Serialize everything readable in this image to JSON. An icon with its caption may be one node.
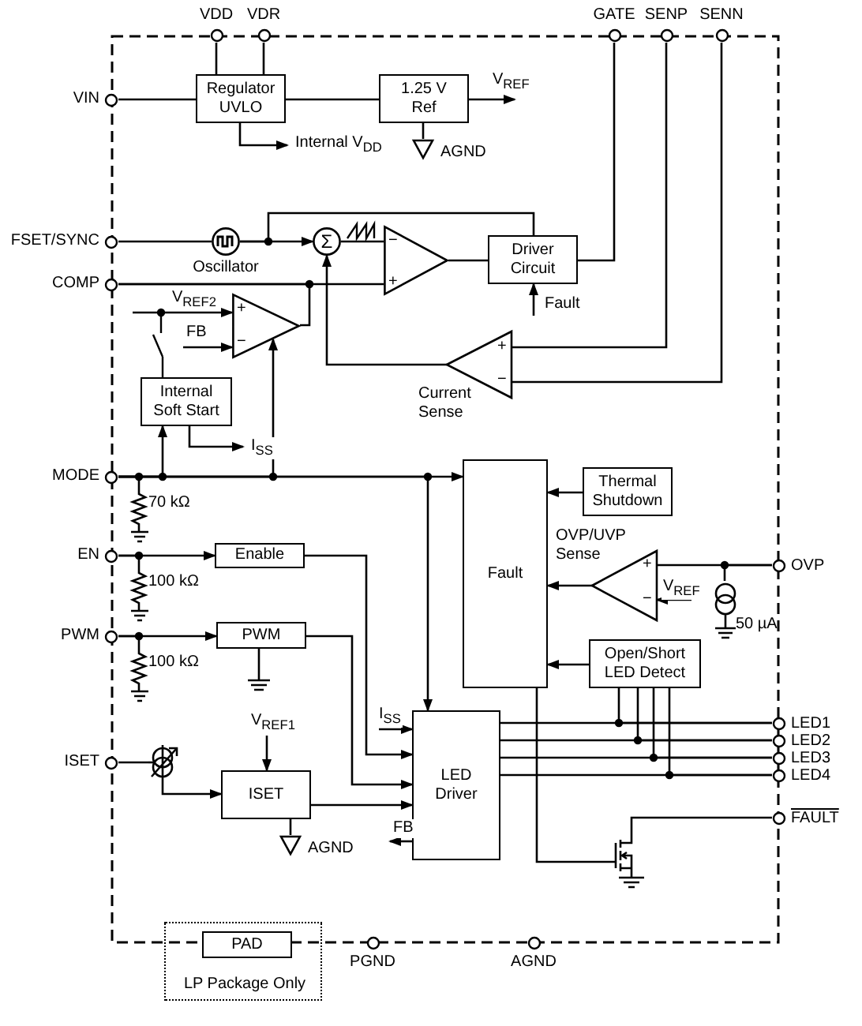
{
  "diagram": {
    "nodes": [
      {
        "text": [
          "VDD"
        ]
      },
      {
        "text": [
          "VDR"
        ]
      },
      {
        "text": [
          "GATE"
        ]
      },
      {
        "text": [
          "SENP"
        ]
      },
      {
        "text": [
          "SENN"
        ]
      },
      {
        "text": [
          "VIN"
        ]
      },
      {
        "text": [
          "FSET/SYNC"
        ]
      },
      {
        "text": [
          "COMP"
        ]
      },
      {
        "text": [
          "MODE"
        ]
      },
      {
        "text": [
          "EN"
        ]
      },
      {
        "text": [
          "PWM"
        ]
      },
      {
        "text": [
          "ISET"
        ]
      },
      {
        "text": [
          "OVP"
        ]
      },
      {
        "text": [
          "LED1"
        ]
      },
      {
        "text": [
          "LED2"
        ]
      },
      {
        "text": [
          "LED3"
        ]
      },
      {
        "text": [
          "LED4"
        ]
      },
      {
        "text": [
          "FAULT"
        ]
      },
      {
        "text": [
          "PGND"
        ]
      },
      {
        "text": [
          "AGND"
        ]
      },
      {
        "text": [
          "Regulator UVLO"
        ]
      },
      {
        "text": [
          "1.25 V Ref"
        ]
      },
      {
        "text": [
          "AGND"
        ]
      },
      {
        "text": [
          "Oscillator"
        ]
      },
      {
        "text": [
          "Σ"
        ]
      },
      {
        "text": [
          "−",
          "+"
        ]
      },
      {
        "text": [
          "Driver Circuit"
        ]
      },
      {
        "text": [
          "+",
          "−"
        ]
      },
      {
        "text": [
          "+",
          "−",
          "Current Sense"
        ]
      },
      {
        "text": [
          "Internal Soft Start"
        ]
      },
      {
        "text": [
          "70 kΩ"
        ]
      },
      {
        "text": [
          "Fault"
        ]
      },
      {
        "text": [
          "Thermal Shutdown"
        ]
      },
      {
        "text": [
          "OVP/UVP Sense",
          "+",
          "−"
        ]
      },
      {
        "text": [
          "50 µA"
        ]
      },
      {
        "text": [
          "Open/Short LED Detect"
        ]
      },
      {
        "text": [
          "Enable"
        ]
      },
      {
        "text": [
          "100 kΩ"
        ]
      },
      {
        "text": [
          "PWM"
        ]
      },
      {
        "text": [
          "100 kΩ"
        ]
      },
      {
        "text": [
          "LED Driver"
        ]
      },
      {
        "text": [
          "ISET"
        ]
      },
      {
        "text": [
          "AGND"
        ]
      },
      {
        "text": [],
        "shape": "circle"
      },
      {
        "text": [],
        "shape": "transistor"
      },
      {
        "text": [
          "LP Package Only"
        ]
      },
      {
        "text": [
          "PAD"
        ],
        "in": 45
      }
    ],
    "edges": [
      {
        "from": 0,
        "to": 20,
        "arrow": "none"
      },
      {
        "from": 1,
        "to": 20,
        "arrow": "none"
      },
      {
        "from": 5,
        "to": 20,
        "arrow": "none"
      },
      {
        "from": 20,
        "to": 21,
        "arrow": "none"
      },
      {
        "from": 21,
        "to": null,
        "arrow": "to",
        "label": "V$_{REF}$"
      },
      {
        "from": 20,
        "to": null,
        "arrow": "to",
        "label": "Internal V$_{DD}$"
      },
      {
        "from": 21,
        "to": 22,
        "arrow": "none"
      },
      {
        "from": 6,
        "to": 23,
        "arrow": "none"
      },
      {
        "from": 23,
        "to": 24,
        "arrow": "to"
      },
      {
        "from": 23,
        "to": 26,
        "arrow": "none"
      },
      {
        "from": 24,
        "to": 25,
        "arrow": "none"
      },
      {
        "from": 7,
        "to": 25,
        "arrow": "none"
      },
      {
        "from": 25,
        "to": 26,
        "arrow": "none"
      },
      {
        "from": 26,
        "to": 2,
        "arrow": "none"
      },
      {
        "from": null,
        "to": 26,
        "arrow": "to",
        "label": "Fault"
      },
      {
        "from": 27,
        "to": 7,
        "arrow": "none"
      },
      {
        "from": null,
        "to": 27,
        "arrow": "to",
        "label": "V$_{REF2}$"
      },
      {
        "from": null,
        "to": 27,
        "arrow": "to",
        "label": "FB"
      },
      {
        "from": 28,
        "to": 24,
        "arrow": "to"
      },
      {
        "from": 3,
        "to": 28,
        "arrow": "none"
      },
      {
        "from": 4,
        "to": 28,
        "arrow": "none"
      },
      {
        "from": 8,
        "to": 27,
        "arrow": "to"
      },
      {
        "from": 8,
        "to": 29,
        "arrow": "to"
      },
      {
        "from": 29,
        "to": null,
        "arrow": "to",
        "label": "I$_{SS}$"
      },
      {
        "from": 8,
        "to": 31,
        "arrow": "to"
      },
      {
        "from": 8,
        "to": 30,
        "arrow": "none"
      },
      {
        "from": 8,
        "to": 40,
        "arrow": "to"
      },
      {
        "from": 32,
        "to": 31,
        "arrow": "to"
      },
      {
        "from": 33,
        "to": 31,
        "arrow": "to"
      },
      {
        "from": 12,
        "to": 33,
        "arrow": "none"
      },
      {
        "from": 12,
        "to": 34,
        "arrow": "none"
      },
      {
        "from": null,
        "to": 33,
        "arrow": "to",
        "label": "V$_{REF}$"
      },
      {
        "from": 35,
        "to": 31,
        "arrow": "to"
      },
      {
        "from": 9,
        "to": 36,
        "arrow": "to"
      },
      {
        "from": 9,
        "to": 37,
        "arrow": "none"
      },
      {
        "from": 36,
        "to": 40,
        "arrow": "to"
      },
      {
        "from": 10,
        "to": 38,
        "arrow": "to"
      },
      {
        "from": 10,
        "to": 39,
        "arrow": "none"
      },
      {
        "from": 38,
        "to": 40,
        "arrow": "to"
      },
      {
        "from": null,
        "to": 40,
        "arrow": "to",
        "label": "I$_{SS}$"
      },
      {
        "from": 11,
        "to": 43,
        "arrow": "none"
      },
      {
        "from": 43,
        "to": 41,
        "arrow": "to"
      },
      {
        "from": null,
        "to": 41,
        "arrow": "to",
        "label": "V$_{REF1}$"
      },
      {
        "from": 41,
        "to": 42,
        "arrow": "none"
      },
      {
        "from": 41,
        "to": 40,
        "arrow": "to"
      },
      {
        "from": 40,
        "to": null,
        "arrow": "to",
        "label": "FB"
      },
      {
        "from": 40,
        "to": 13,
        "arrow": "none"
      },
      {
        "from": 40,
        "to": 14,
        "arrow": "none"
      },
      {
        "from": 40,
        "to": 15,
        "arrow": "none"
      },
      {
        "from": 40,
        "to": 16,
        "arrow": "none"
      },
      {
        "from": 35,
        "to": 13,
        "arrow": "none"
      },
      {
        "from": 35,
        "to": 14,
        "arrow": "none"
      },
      {
        "from": 35,
        "to": 15,
        "arrow": "none"
      },
      {
        "from": 35,
        "to": 16,
        "arrow": "none"
      },
      {
        "from": 31,
        "to": 44,
        "arrow": "none"
      },
      {
        "from": 44,
        "to": 17,
        "arrow": "none"
      }
    ]
  }
}
